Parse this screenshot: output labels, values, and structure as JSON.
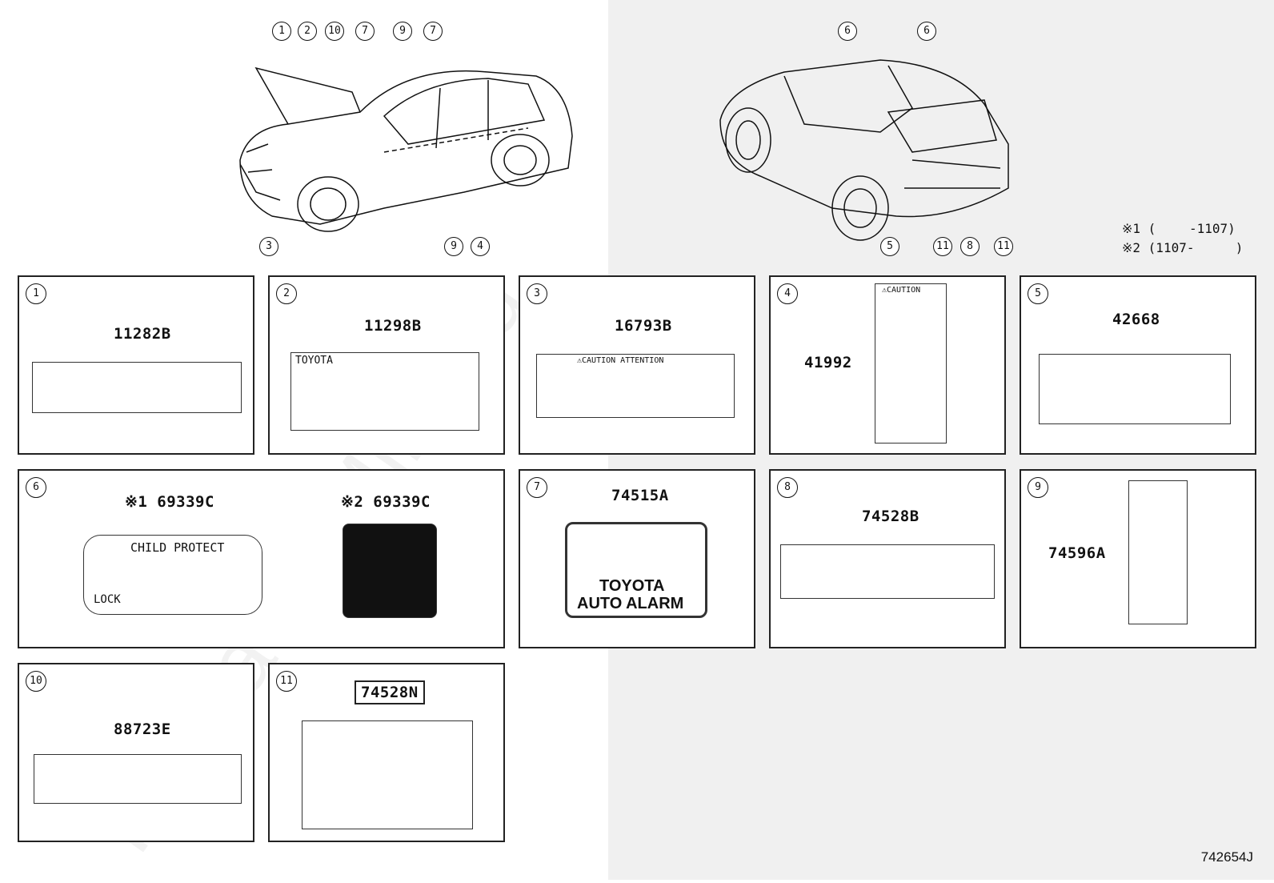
{
  "ref_code": "742654J",
  "watermark": "ToyotaCarMine.ru",
  "notes": [
    "※1 (　　 -1107)",
    "※2 (1107- 　　 )"
  ],
  "front_callouts": [
    "1",
    "2",
    "10",
    "7",
    "9",
    "7",
    "3",
    "9",
    "4"
  ],
  "rear_callouts": [
    "6",
    "6",
    "5",
    "11",
    "8",
    "11"
  ],
  "panels": [
    {
      "num": "1",
      "part": "11282B"
    },
    {
      "num": "2",
      "part": "11298B",
      "label_text": "TOYOTA"
    },
    {
      "num": "3",
      "part": "16793B",
      "label_text": "⚠CAUTION ATTENTION"
    },
    {
      "num": "4",
      "part": "41992",
      "label_text": "⚠CAUTION"
    },
    {
      "num": "5",
      "part": "42668"
    },
    {
      "num": "6",
      "part_1": "※1 69339C",
      "part_2": "※2 69339C",
      "child_protect": "CHILD PROTECT",
      "lock": "LOCK"
    },
    {
      "num": "7",
      "part": "74515A",
      "sign_line1": "TOYOTA",
      "sign_line2": "AUTO ALARM"
    },
    {
      "num": "8",
      "part": "74528B"
    },
    {
      "num": "9",
      "part": "74596A"
    },
    {
      "num": "10",
      "part": "88723E"
    },
    {
      "num": "11",
      "part": "74528N"
    }
  ]
}
